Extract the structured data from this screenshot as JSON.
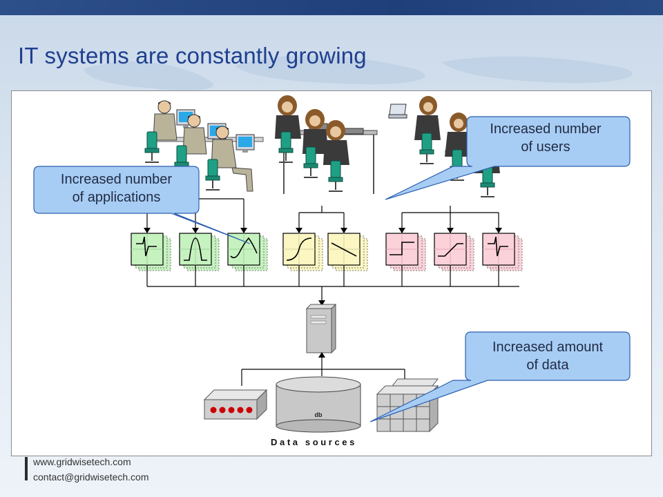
{
  "slide": {
    "title": "IT systems are constantly growing"
  },
  "callouts": {
    "users": {
      "line1": "Increased number",
      "line2": "of users"
    },
    "applications": {
      "line1": "Increased number",
      "line2": "of applications"
    },
    "data": {
      "line1": "Increased amount",
      "line2": "of data"
    }
  },
  "diagram": {
    "db_label": "db",
    "data_sources_label": "D a t a   s o u r c e s"
  },
  "footer": {
    "website": "www.gridwisetech.com",
    "email": "contact@gridwisetech.com"
  },
  "colors": {
    "title": "#1f3f8f",
    "callout_fill": "#a8cdf4",
    "callout_stroke": "#2b5fb0",
    "app_green": "#c6f2c0",
    "app_yellow": "#fbf6c2",
    "app_pink": "#fbd2da",
    "db_fill": "#c8c8c8",
    "led_red": "#cc0000"
  }
}
